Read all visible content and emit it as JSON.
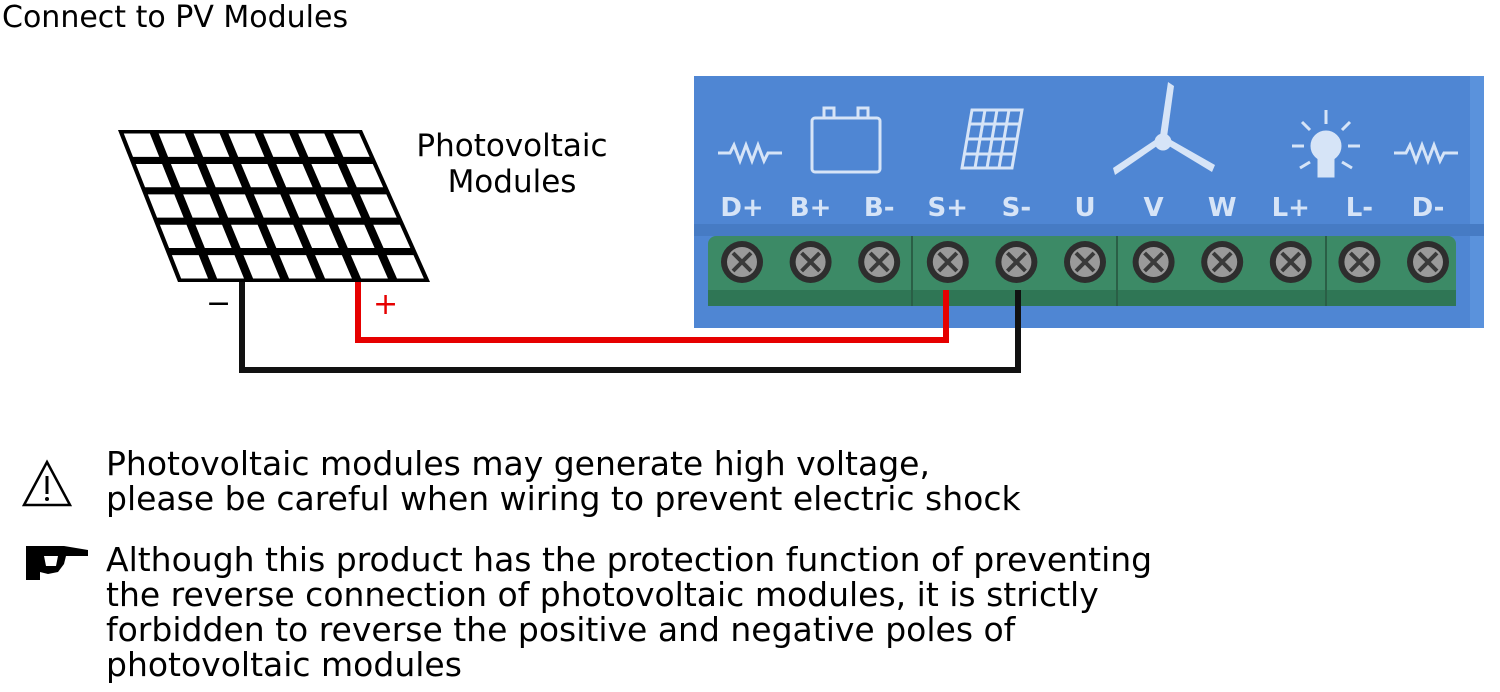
{
  "title": "Connect to PV Modules",
  "pv_module": {
    "label_line1": "Photovoltaic",
    "label_line2": "Modules",
    "negative_symbol": "−",
    "positive_symbol": "+"
  },
  "controller": {
    "terminals": [
      "D+",
      "B+",
      "B-",
      "S+",
      "S-",
      "U",
      "V",
      "W",
      "L+",
      "L-",
      "D-"
    ],
    "icons": [
      "resistor-icon",
      "battery-icon",
      "solar-panel-icon",
      "wind-turbine-icon",
      "lamp-icon",
      "resistor-icon"
    ]
  },
  "wires": {
    "positive": {
      "from": "+",
      "to": "S+",
      "color": "#e60000"
    },
    "negative": {
      "from": "−",
      "to": "S-",
      "color": "#111111"
    }
  },
  "colors": {
    "panel_blue": "#4f86d3",
    "terminal_block": "#3c8a66",
    "label_light": "#d6e4f7"
  },
  "notes": {
    "warning": {
      "icon": "warning-triangle-icon",
      "line1": "Photovoltaic modules may generate high voltage,",
      "line2": "please be careful when wiring to prevent electric shock"
    },
    "caution": {
      "icon": "pointing-hand-icon",
      "line1": "Although this product has the protection function of preventing",
      "line2": "the reverse connection of photovoltaic modules, it is strictly",
      "line3": "forbidden to reverse the positive and negative poles of",
      "line4": "photovoltaic modules"
    }
  }
}
